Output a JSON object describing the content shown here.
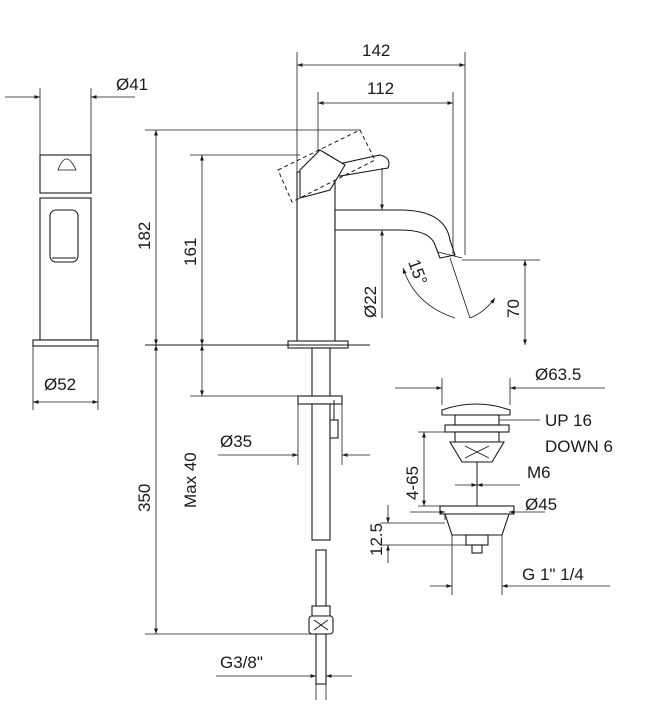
{
  "dimensions": {
    "d41": "Ø41",
    "d52": "Ø52",
    "w142": "142",
    "w112": "112",
    "h182": "182",
    "h161": "161",
    "d22": "Ø22",
    "angle15": "15°",
    "h70": "70",
    "h350": "350",
    "max40": "Max 40",
    "d35": "Ø35",
    "g38": "G3/8\"",
    "d635": "Ø63.5",
    "up16": "UP 16",
    "down6": "DOWN 6",
    "r465": "4-65",
    "m6": "M6",
    "d45": "Ø45",
    "h125": "12.5",
    "g114": "G 1\" 1/4"
  }
}
